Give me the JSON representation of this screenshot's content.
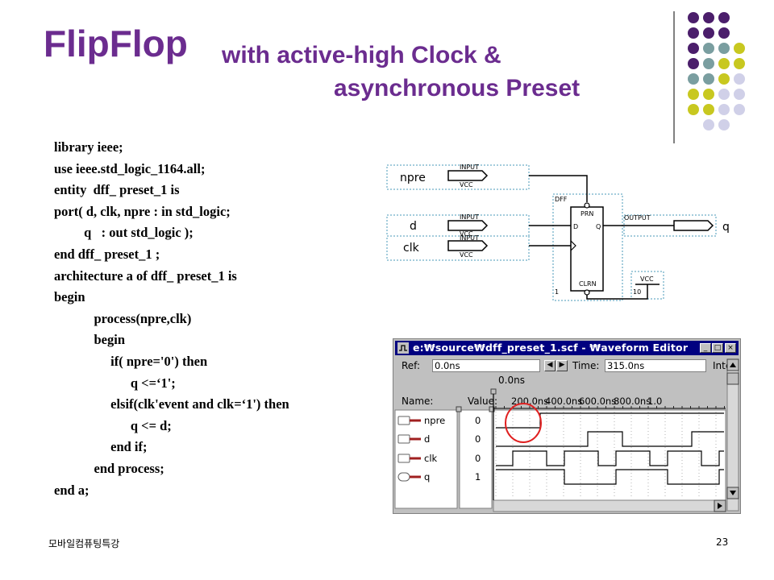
{
  "slide": {
    "title_main": "FlipFlop",
    "title_sub1": "with active-high Clock &",
    "title_sub2": "asynchronous Preset",
    "footer_left": "모바일컴퓨팅특강",
    "page_number": "23",
    "title_color": "#6b2c8f"
  },
  "code": [
    "library ieee;",
    "use ieee.std_logic_1164.all;",
    "entity  dff_ preset_1 is",
    "port( d, clk, npre : in std_logic;",
    "         q   : out std_logic );",
    "end dff_ preset_1 ;",
    "architecture a of dff_ preset_1 is",
    "begin",
    "            process(npre,clk)",
    "            begin",
    "                 if( npre='0') then",
    "                       q <=‘1';",
    "                 elsif(clk'event and clk=‘1') then",
    "                       q <= d;",
    "                 end if;",
    "            end process;",
    "end a;"
  ],
  "schematic": {
    "in_npre": "npre",
    "in_d": "d",
    "in_clk": "clk",
    "out_q": "q",
    "input_tag": "INPUT",
    "vcc_tag": "VCC",
    "output_tag": "OUTPUT",
    "dff_tag": "DFF",
    "prn": "PRN",
    "clrn": "CLRN",
    "pin_d": "D",
    "pin_q": "Q",
    "vcc_block": "VCC",
    "num_1": "1",
    "num_10": "10"
  },
  "waveform": {
    "title": "e:₩source₩dff_preset_1.scf - ₩aveform Editor",
    "ref_label": "Ref:",
    "ref_value": "0.0ns",
    "time_label": "Time:",
    "time_value": "315.0ns",
    "inte_label": "Inte",
    "cursor_label": "0.0ns",
    "name_header": "Name:",
    "value_header": "Value:",
    "time_ticks": [
      "200.0ns",
      "400.0ns",
      "600.0ns",
      "800.0ns",
      "1.0"
    ],
    "signals": [
      {
        "name": "npre",
        "value": "0",
        "icon": "input-pin-icon"
      },
      {
        "name": "d",
        "value": "0",
        "icon": "input-pin-icon"
      },
      {
        "name": "clk",
        "value": "0",
        "icon": "input-pin-icon"
      },
      {
        "name": "q",
        "value": "1",
        "icon": "output-pin-icon"
      }
    ],
    "highlight_color": "#e02020"
  }
}
